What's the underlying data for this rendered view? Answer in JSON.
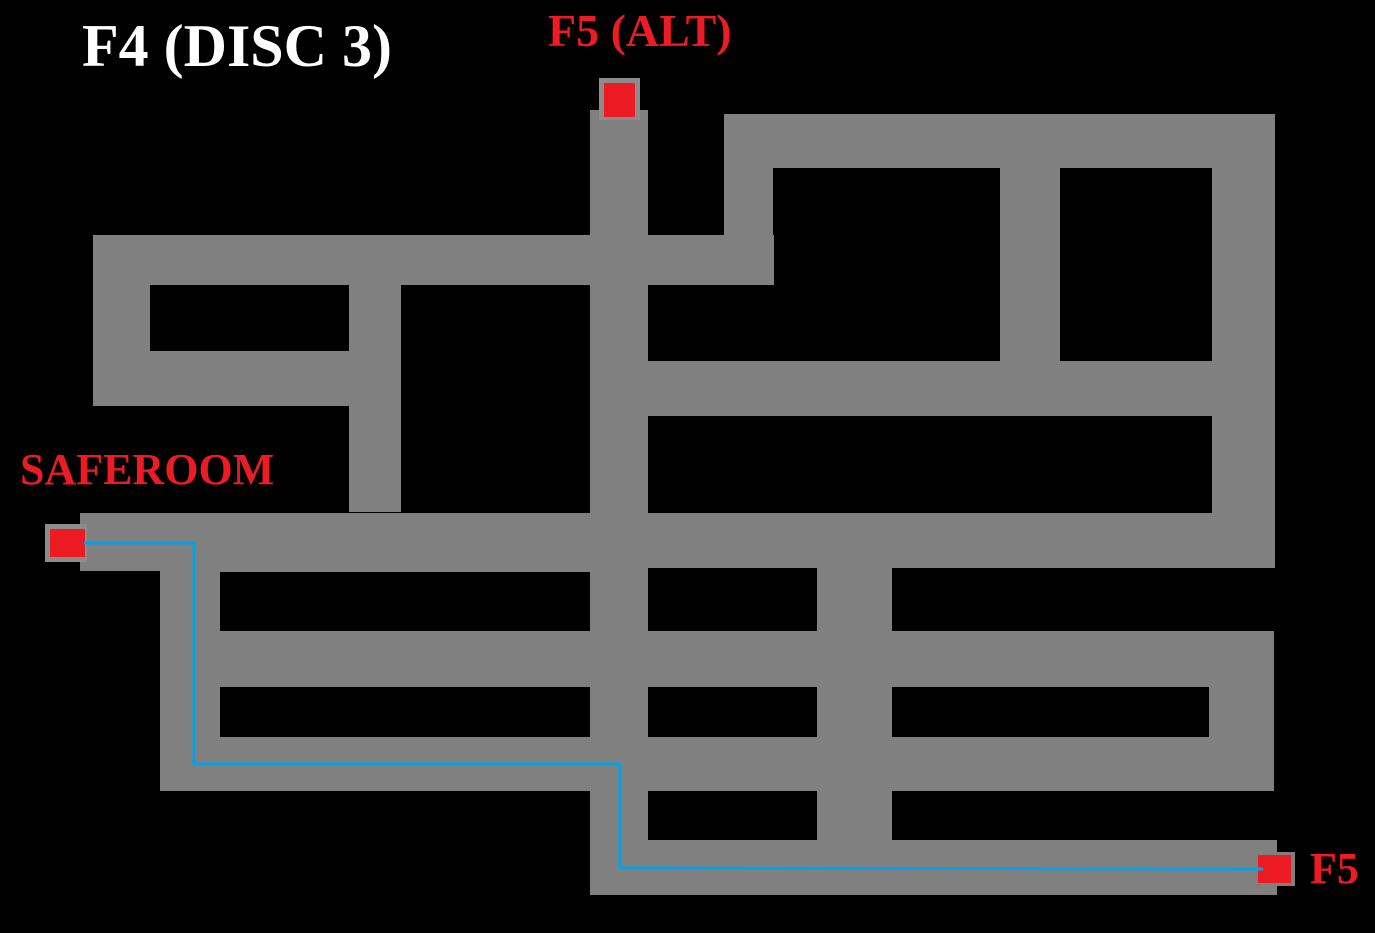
{
  "map": {
    "title": "F4 (DISC 3)",
    "labels": {
      "exit_alt": "F5 (ALT)",
      "saferoom": "SAFEROOM",
      "exit": "F5"
    },
    "colors": {
      "background": "#000000",
      "corridor": "#808080",
      "marker_border": "#8c8c8c",
      "marker": "#ed1c24",
      "route": "#00a2e8",
      "title_text": "#ffffff",
      "label_text": "#ed1c24"
    }
  }
}
